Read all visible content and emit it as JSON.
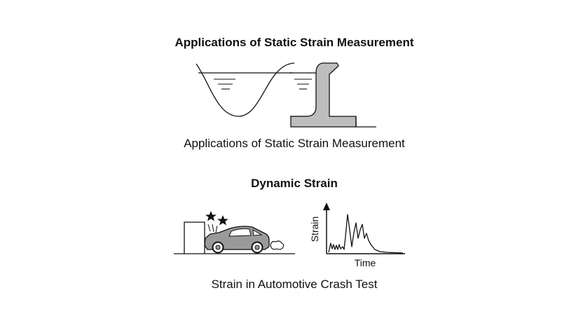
{
  "sections": [
    {
      "title": "Applications of Static Strain Measurement",
      "caption": "Applications of Static Strain Measurement"
    },
    {
      "title": "Dynamic Strain",
      "caption": "Strain in Automotive Crash Test",
      "graph": {
        "y_label": "Strain",
        "x_label": "Time"
      }
    }
  ],
  "colors": {
    "line": "#111111",
    "fill_gray": "#bdbdbd",
    "car_body": "#9a9a9a",
    "background": "#ffffff"
  }
}
